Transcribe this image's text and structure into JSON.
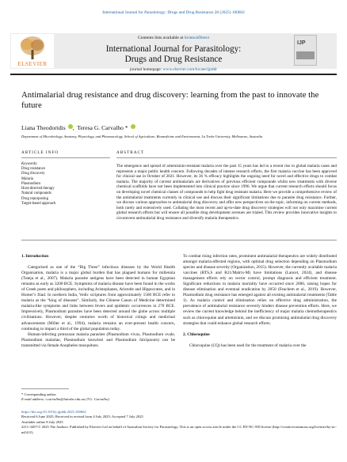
{
  "citation": "International Journal for Parasitology: Drugs and Drug Resistance 28 (2025) 100602",
  "header": {
    "contents_prefix": "Contents lists available at ",
    "contents_link": "ScienceDirect",
    "journal_title_1": "International Journal for Parasitology:",
    "journal_title_2": "Drugs and Drug Resistance",
    "homepage_prefix": "journal homepage: ",
    "homepage_link": "www.elsevier.com/locate/ijpddr",
    "publisher_logo_text": "ELSEVIER",
    "journal_logo_text": "IJP"
  },
  "article": {
    "title": "Antimalarial drug resistance and drug discovery: learning from the past to innovate the future",
    "authors": [
      "Liana Theodoridis",
      "Teresa G. Carvalho *"
    ],
    "affiliation": "Department of Microbiology, Anatomy, Physiology, and Pharmacology, School of Agriculture, Biomedicine and Environment, La Trobe University, Melbourne, Australia"
  },
  "info": {
    "heading": "ARTICLE INFO",
    "keywords_title": "Keywords:",
    "keywords": [
      "Drug resistance",
      "Drug discovery",
      "Malaria",
      "Plasmodium",
      "Host-directed therapy",
      "Natural compounds",
      "Drug repurposing",
      "Target-based approach"
    ]
  },
  "abstract": {
    "heading": "ABSTRACT",
    "text": "The emergence and spread of artemisinin-resistant malaria over the past 15 years has led to a recent rise in global malaria cases and represents a major public health concern. Following decades of intense research efforts, the first malaria vaccine has been approved for clinical use in October of 2021. However, its 36 % efficacy highlights the ongoing need for novel and effective drugs to combat malaria. The majority of current antimalarials are derivatives of previous efficient compounds whilst new treatments with diverse chemical scaffolds have not been implemented into clinical practice since 1996. We argue that current research efforts should focus on developing novel chemical classes of compounds to help fight drug resistant malaria. Here we provide a comprehensive review of the antimalarial treatments currently in clinical use and discuss their significant limitations due to parasite drug resistance. Further, we discuss various approaches to antimalarial drug discovery and offer new perspectives on the topic, informing on current methods, both rarely and extensively used. Collating the most recent and up-to-date drug discovery strategies will not only maximise current global research efforts but will ensure all possible drug development avenues are trialed. This review provides innovative insights to circumvent antimalarial drug resistance and diversify malaria therapeutics."
  },
  "left_column": {
    "heading": "1. Introduction",
    "para1": "Categorised as one of the “Big Three” infectious diseases by the World Health Organisation, malaria is a major global burden that has plagued humans for millennia (Tuteja et al., 2007). Malaria parasite antigens have been detected in human Egyptian remains as early as 3200 BCE. Symptoms of malaria disease have been found in the works of Greek poets and philosophers, including Aristophanes, Aristotle and Hippocrates, and in Homer’s Iliad. In northern India, Vedic scriptures from approximately 1500 BCE refer to malaria as the “king of diseases”. Similarly, the Chinese Canon of Medicine determined malaria-like symptoms and links between fevers and epidemic occurrences in 270 BCE. Impressively, Plasmodium parasites have been detected around the globe across multiple civilisations. However, despite centuries worth of historical citings and medicinal advancements (Miller et al., 1994), malaria remains an ever-present health concern, continuing to impact a third of the global population today.",
    "para2": "Human-infecting protozoan malaria parasites (Plasmodium vivax, Plasmodium ovale, Plasmodium malariae, Plasmodium knowlesi and Plasmodium falciparum) can be transmitted via female Anopheles mosquitoes."
  },
  "right_column": {
    "para1": "To combat rising infection rates, prominent antimalarial therapeutics are widely distributed amongst malaria-affected regions, with optimal drug selection depending on Plasmodium species and disease severity (Organization, 2015). However, the currently available malaria vaccines (RTS,S and R21/Matrix-M) have limitations (Lancet, 2024), and disease management efforts rely on vector control, prompt diagnosis and efficient treatment. Significant reductions in malaria mortality have occurred since 2000, raising hopes for disease elimination and eventual eradication by 2050 (Feachem et al., 2019). However, Plasmodium drug resistance has emerged against all existing antimalarial treatments (Table 1). As malaria control and elimination relies on effective drug administration, the prevalence of antimalarial resistance severely hinders disease prevention efforts. Here, we review the current knowledge behind the inefficiency of major malaria chemotherapeutics such as chloroquine and artemisinin, and we discuss promising antimalarial drug discovery strategies that could enhance global research efforts.",
    "heading": "2. Chloroquine",
    "para2": "Chloroquine (CQ) has been used for the treatment of malaria over the"
  },
  "footnotes": {
    "corresponding": "* Corresponding author.",
    "email": "E-mail address: t.carvalho@latrobe.edu.au (T.G. Carvalho)."
  },
  "pubinfo": {
    "doi": "https://doi.org/10.1016/j.ijpddr.2025.100602",
    "received": "Received 6 June 2025; Received in revised form 4 July 2025; Accepted 7 July 2025",
    "online": "Available online 8 July 2025",
    "license": "2211-3207/© 2025 The Authors. Published by Elsevier Ltd on behalf of Australian Society for Parasitology. This is an open access article under the CC BY-NC-ND license (http://creativecommons.org/licenses/by-nc-nd/4.0/)."
  }
}
